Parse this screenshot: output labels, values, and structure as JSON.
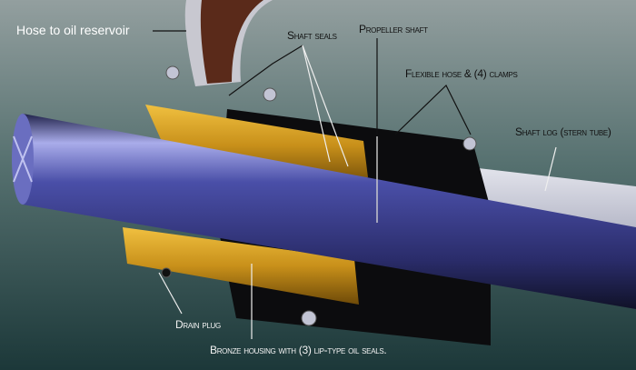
{
  "title": "Shaft seal assembly cutaway",
  "labels": {
    "hose_to_reservoir": "Hose to oil reservoir",
    "shaft_seals": "Shaft seals",
    "propeller_shaft": "Propeller shaft",
    "flexible_hose": "Flexible hose & (4) clamps",
    "shaft_log": "Shaft log (stern tube)",
    "drain_plug": "Drain plug",
    "bronze_housing": "Bronze housing with (3) lip-type oil seals."
  },
  "colors": {
    "background_top": "#8f9e9f",
    "background_bottom": "#1e3a3b",
    "shaft": "#3c3f8e",
    "bronze": "#d4a21c",
    "hose": "#111111",
    "stern_tube": "#c9cbd6"
  }
}
